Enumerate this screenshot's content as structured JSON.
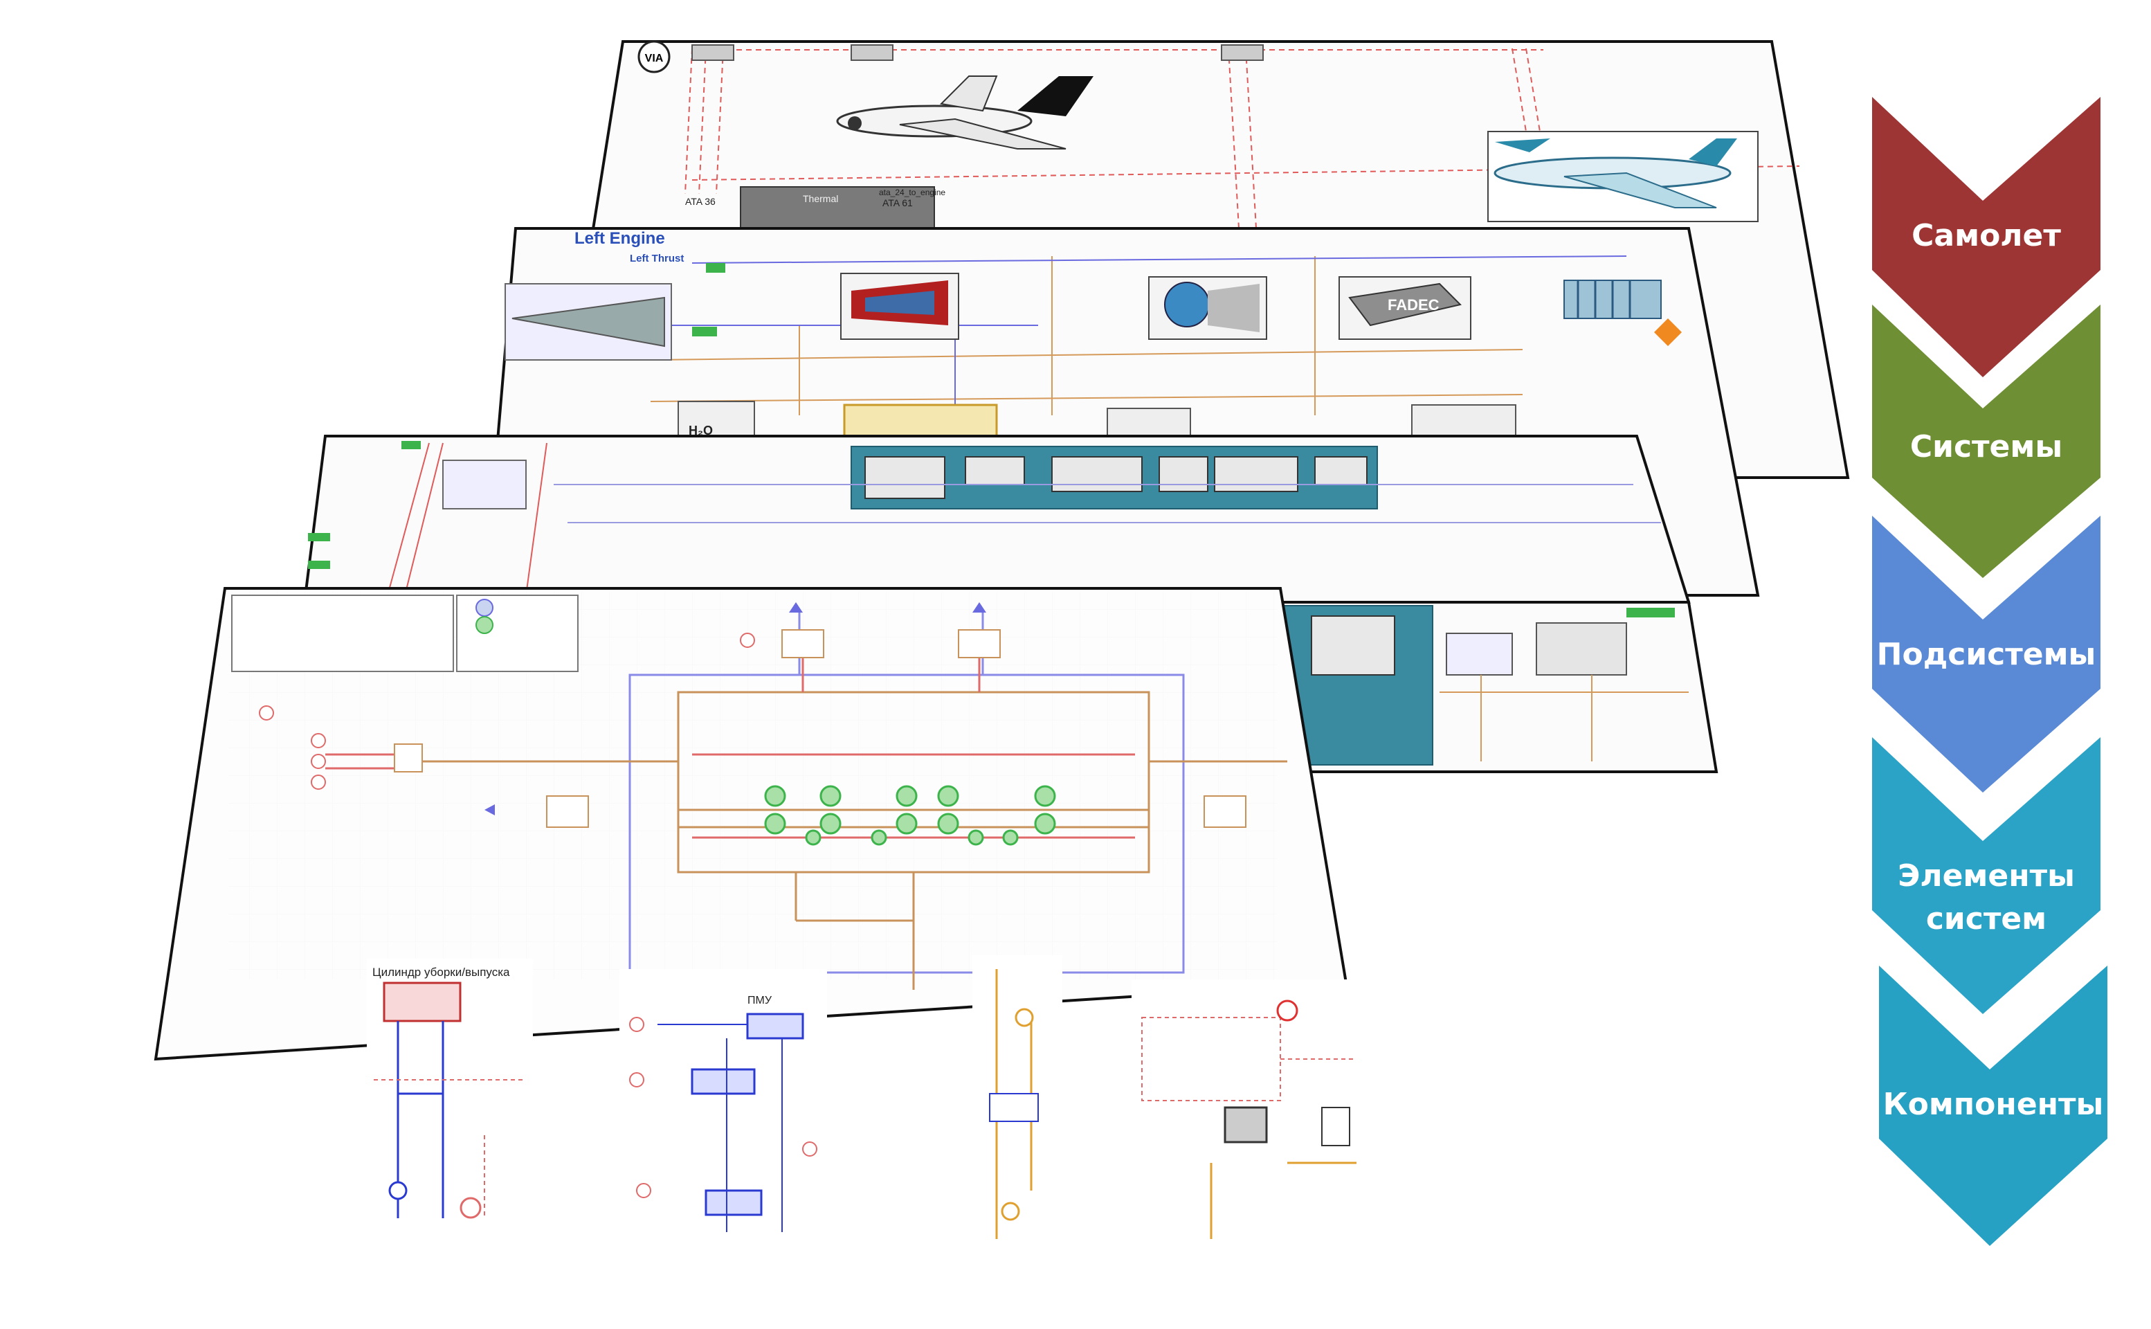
{
  "layers": {
    "aircraft": {
      "badge": "VIA",
      "labels": [
        "ATA 36",
        "Thermal",
        "ATA 61",
        "ata_24_to_engine"
      ]
    },
    "engine": {
      "title": "Left Engine",
      "subtitle": "Left Thrust",
      "fadec_label": "FADEC",
      "h2o_label": "H₂O"
    },
    "subsystems": {},
    "elements": {},
    "components": {
      "cylinder_title": "Цилиндр уборки/выпуска",
      "pmu_label": "ПМУ"
    }
  },
  "levels": [
    {
      "label": "Самолет",
      "color": "#9e3535"
    },
    {
      "label": "Системы",
      "color": "#6f8f34"
    },
    {
      "label": "Подсистемы",
      "color": "#5a8ad6"
    },
    {
      "label": "Элементы\nсистем",
      "color": "#2aa3c6"
    },
    {
      "label": "Компоненты",
      "color": "#26a1c4"
    }
  ],
  "colors": {
    "sheet_border": "#111111",
    "red_lines": "#e05a5a",
    "blue_lines": "#6a6ae0",
    "orange_lines": "#d59a5a",
    "green_parts": "#3cb44b",
    "teal_panel": "#3a8aa0"
  }
}
